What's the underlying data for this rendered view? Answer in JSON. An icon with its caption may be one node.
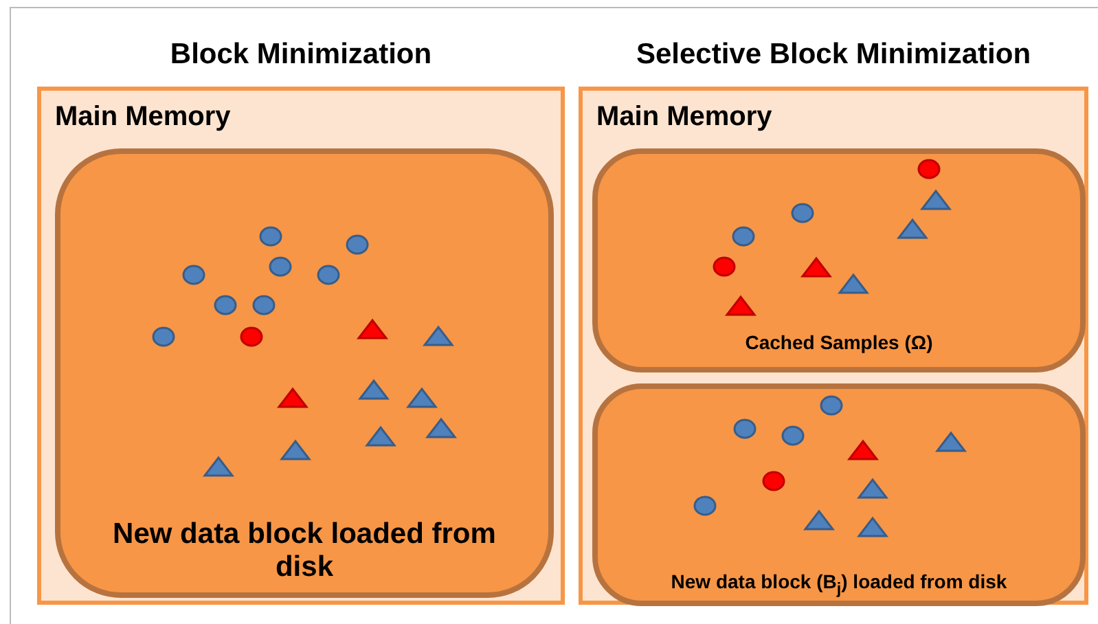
{
  "diagram": {
    "nodes": [
      {
        "text": [
          "Block Minimization",
          "Main Memory"
        ]
      },
      {
        "text": [
          "New data block loaded from disk"
        ],
        "in": 0
      },
      {
        "text": [
          "Selective Block Minimization",
          "Main Memory"
        ]
      },
      {
        "text": [
          "Cached Samples (Ω)"
        ],
        "in": 2
      },
      {
        "text": [
          "New data block (B$_{j}$) loaded from disk"
        ],
        "in": 2
      }
    ]
  }
}
